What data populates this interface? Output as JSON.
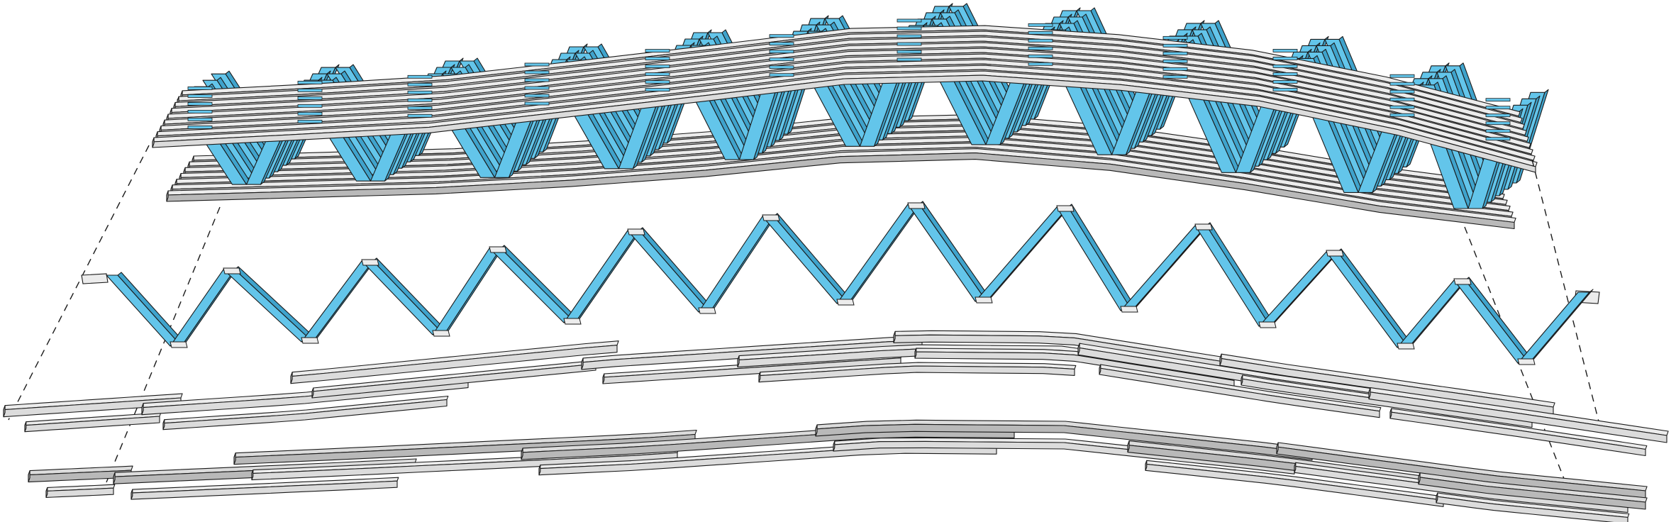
{
  "diagram": {
    "kind": "exploded-axonometric-timber-truss",
    "colors": {
      "background": "#ffffff",
      "diagonal_fill": "#63c5ea",
      "diagonal_dark": "#3fa3cc",
      "diagonal_light": "#9bdcf3",
      "chord_top": "#ececec",
      "chord_front": "#dcdcdc",
      "chord_dark": "#b9b9b9",
      "stroke": "#1a1a1a",
      "leader": "#1a1a1a"
    },
    "layers": [
      {
        "id": "assembled-truss",
        "label": ""
      },
      {
        "id": "zigzag-web",
        "label": ""
      },
      {
        "id": "upper-chord-layer",
        "label": ""
      },
      {
        "id": "lower-chord-layer",
        "label": ""
      }
    ]
  }
}
